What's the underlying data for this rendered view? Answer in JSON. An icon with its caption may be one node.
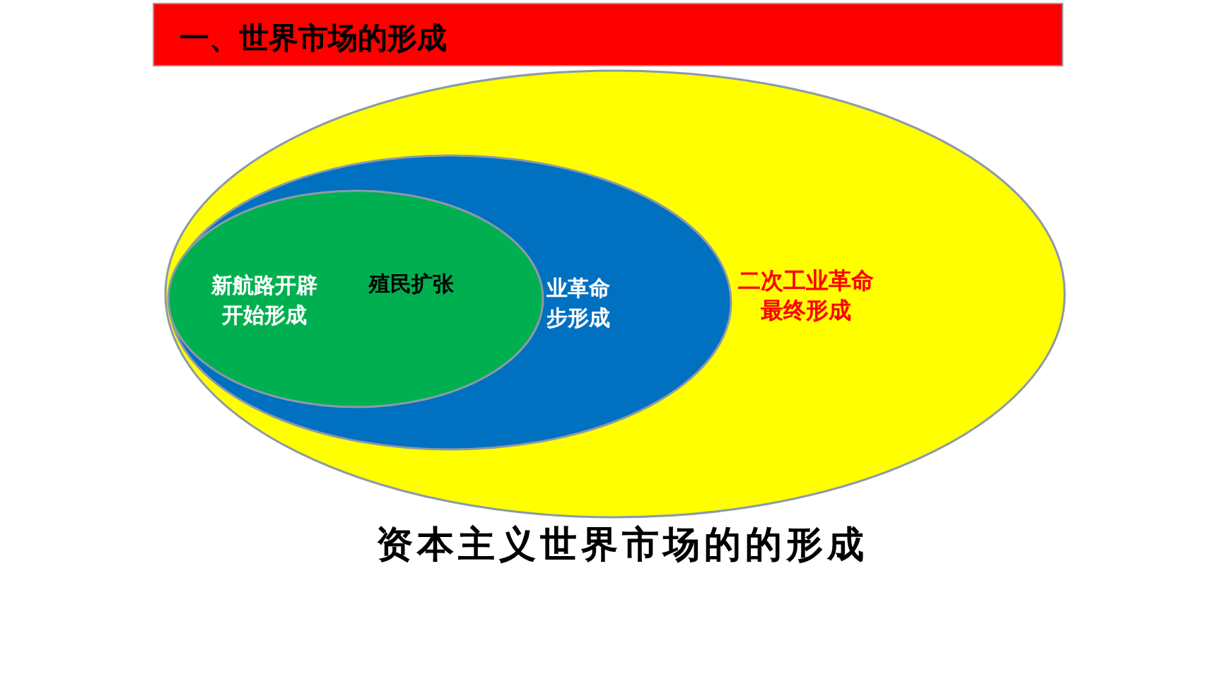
{
  "diagram": {
    "title": "一、世界市场的形成",
    "caption": "资本主义世界市场的的形成",
    "nodes": [
      {
        "text": [
          "二次工业革命最终形成"
        ]
      },
      {
        "text": [
          "业革命步形成"
        ],
        "in": 0
      },
      {
        "text": [
          "新航路开辟开始形成",
          "殖民扩张"
        ],
        "in": 1
      }
    ]
  }
}
